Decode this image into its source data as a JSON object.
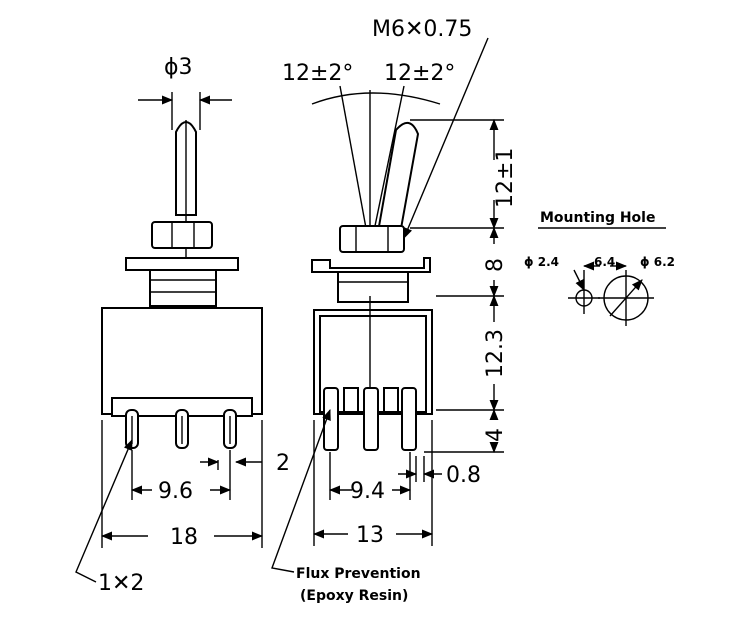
{
  "front_view": {
    "lever_diameter": "ϕ3",
    "pin_pitch": "9.6",
    "body_width": "18",
    "pin_offset": "2",
    "pin_size": "1✕2"
  },
  "side_view": {
    "thread": "M6✕0.75",
    "angle_left": "12±2°",
    "angle_right": "12±2°",
    "lever_height": "12±1",
    "bushing_height": "8",
    "body_height": "12.3",
    "pin_length": "4",
    "pin_pitch": "9.4",
    "pin_thickness": "0.8",
    "body_depth": "13",
    "flux_note_line1": "Flux Prevention",
    "flux_note_line2": "(Epoxy Resin)"
  },
  "mounting_hole": {
    "title": "Mounting Hole",
    "small_hole": "ϕ 2.4",
    "spacing": "6.4",
    "large_hole": "ϕ 6.2"
  }
}
